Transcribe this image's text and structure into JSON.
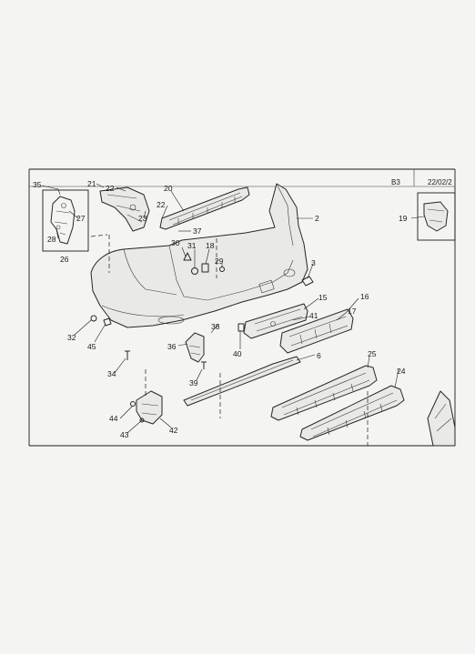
{
  "header": {
    "section_code": "B3",
    "date": "22/02/2"
  },
  "callouts": [
    {
      "id": "35",
      "label": "35"
    },
    {
      "id": "21",
      "label": "21"
    },
    {
      "id": "22a",
      "label": "22"
    },
    {
      "id": "20",
      "label": "20"
    },
    {
      "id": "22b",
      "label": "22"
    },
    {
      "id": "23",
      "label": "23"
    },
    {
      "id": "27",
      "label": "27"
    },
    {
      "id": "28",
      "label": "28"
    },
    {
      "id": "26",
      "label": "26"
    },
    {
      "id": "37",
      "label": "37"
    },
    {
      "id": "2",
      "label": "2"
    },
    {
      "id": "19",
      "label": "19"
    },
    {
      "id": "30",
      "label": "30"
    },
    {
      "id": "31",
      "label": "31"
    },
    {
      "id": "18",
      "label": "18"
    },
    {
      "id": "29",
      "label": "29"
    },
    {
      "id": "3",
      "label": "3"
    },
    {
      "id": "15",
      "label": "15"
    },
    {
      "id": "16",
      "label": "16"
    },
    {
      "id": "41",
      "label": "41"
    },
    {
      "id": "17",
      "label": "17"
    },
    {
      "id": "38",
      "label": "38"
    },
    {
      "id": "40",
      "label": "40"
    },
    {
      "id": "32",
      "label": "32"
    },
    {
      "id": "45",
      "label": "45"
    },
    {
      "id": "36",
      "label": "36"
    },
    {
      "id": "6",
      "label": "6"
    },
    {
      "id": "25",
      "label": "25"
    },
    {
      "id": "34",
      "label": "34"
    },
    {
      "id": "39",
      "label": "39"
    },
    {
      "id": "24",
      "label": "24"
    },
    {
      "id": "44",
      "label": "44"
    },
    {
      "id": "42",
      "label": "42"
    },
    {
      "id": "43",
      "label": "43"
    }
  ]
}
